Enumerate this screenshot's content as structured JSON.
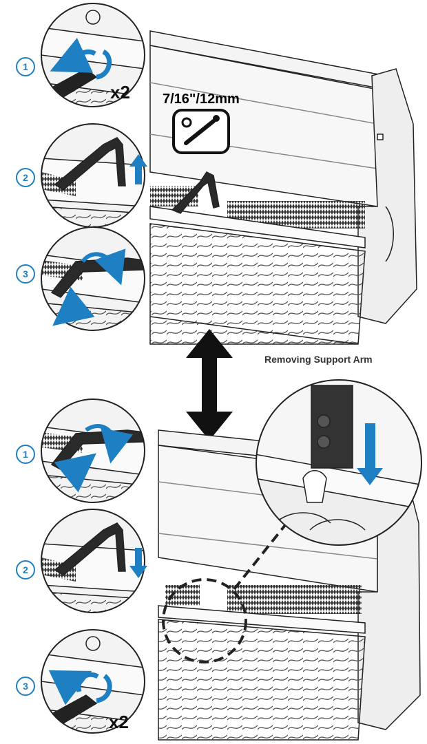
{
  "tool": {
    "size_label": "7/16\"/12mm",
    "icon": "wrench-icon"
  },
  "caption": "Removing Support Arm",
  "removal_steps": [
    {
      "number": "1",
      "multiplier": "x2"
    },
    {
      "number": "2"
    },
    {
      "number": "3"
    }
  ],
  "install_steps": [
    {
      "number": "1"
    },
    {
      "number": "2"
    },
    {
      "number": "3",
      "multiplier": "x2"
    }
  ],
  "colors": {
    "arrow_blue": "#1e7fc2",
    "line": "#222222",
    "metal": "#f2f2f2"
  }
}
